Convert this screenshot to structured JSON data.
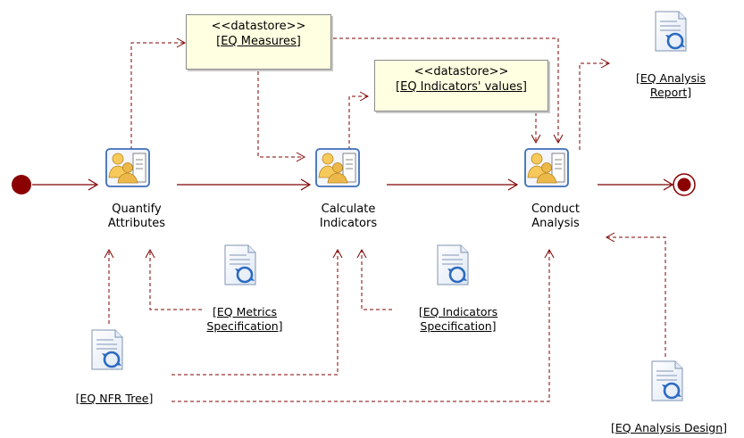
{
  "datastores": [
    {
      "stereotype": "<<datastore>>",
      "name": "[EQ Measures]"
    },
    {
      "stereotype": "<<datastore>>",
      "name": "[EQ Indicators' values]"
    }
  ],
  "activities": [
    {
      "line1": "Quantify",
      "line2": "Attributes"
    },
    {
      "line1": "Calculate",
      "line2": "Indicators"
    },
    {
      "line1": "Conduct",
      "line2": "Analysis"
    }
  ],
  "artifacts": [
    {
      "line1": "[EQ Analysis",
      "line2": "Report]"
    },
    {
      "line1": "[EQ Metrics",
      "line2": "Specification]"
    },
    {
      "line1": "[EQ Indicators",
      "line2": "Specification]"
    },
    {
      "line1": "[EQ NFR Tree]",
      "line2": ""
    },
    {
      "line1": "[EQ Analysis Design]",
      "line2": ""
    }
  ],
  "colors": {
    "flow": "#800000",
    "node": "#8b0000",
    "store_fill": "#ffffe1"
  }
}
